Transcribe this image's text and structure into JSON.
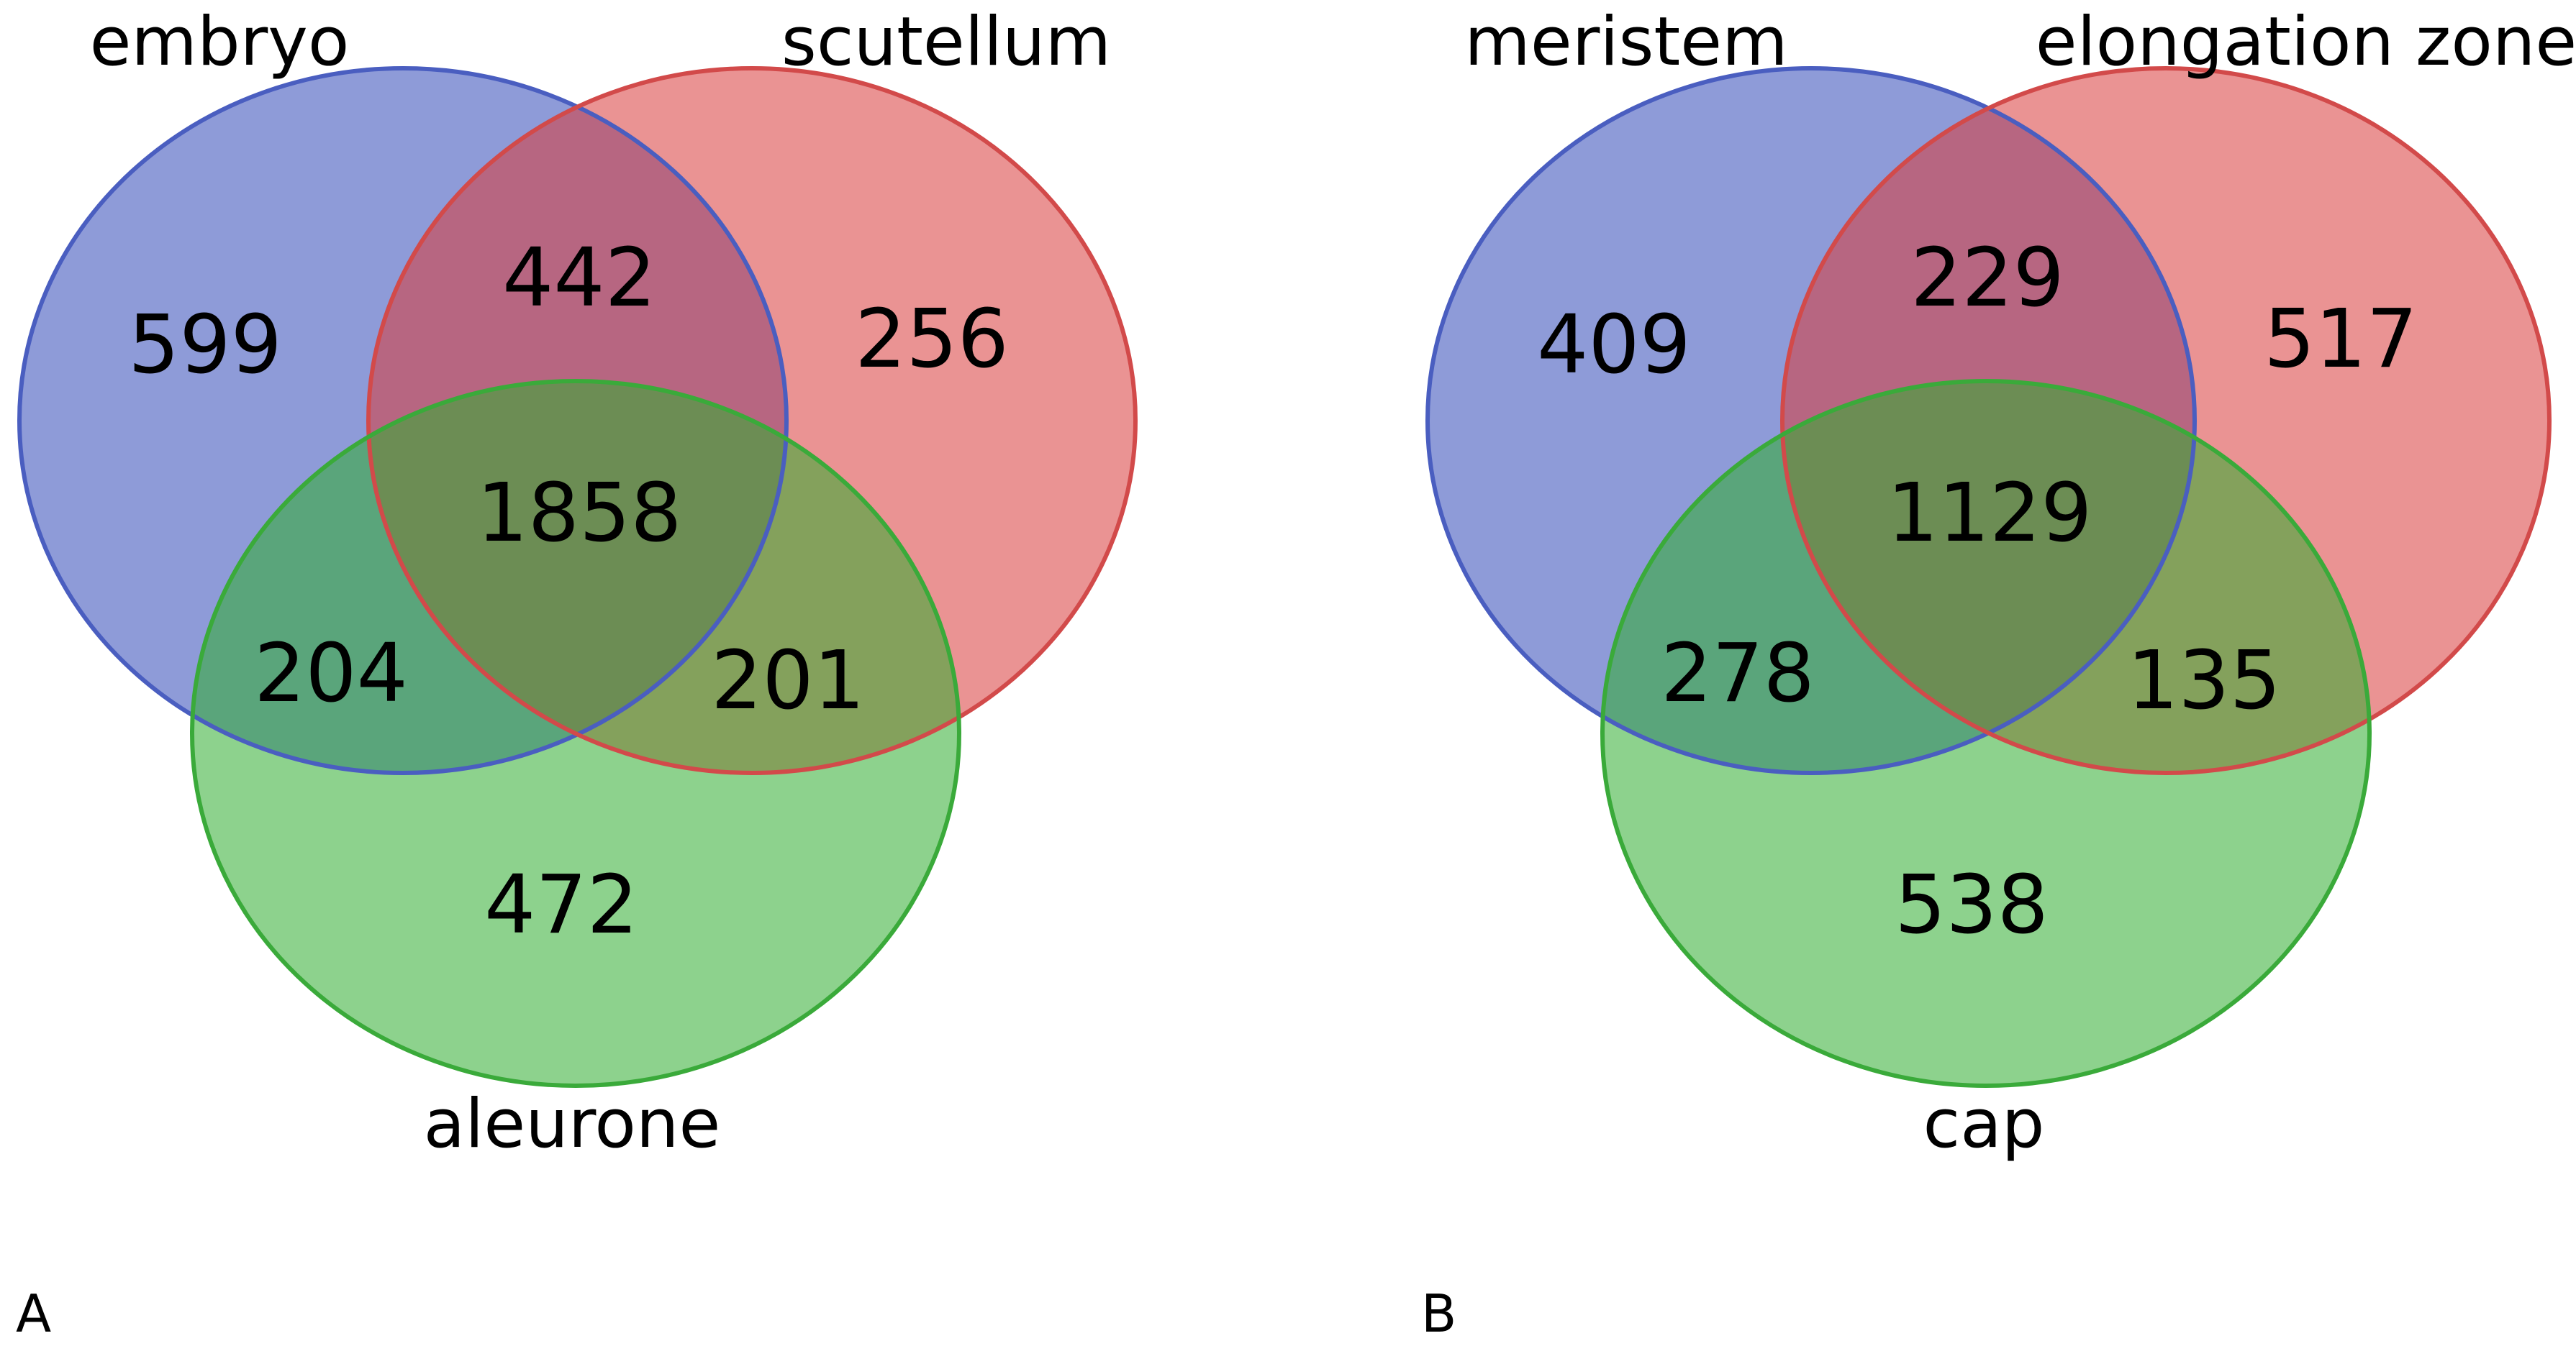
{
  "colors": {
    "set1_fill": "#3148b8",
    "set1_stroke": "#4a5ec0",
    "set2_fill": "#d93a3a",
    "set2_stroke": "#d24a4a",
    "set3_fill": "#2fad2f",
    "set3_stroke": "#3aaa3a"
  },
  "panels": [
    {
      "letter": "A",
      "sets": [
        "embryo",
        "scutellum",
        "aleurone"
      ],
      "regions": {
        "only1": "599",
        "only2": "256",
        "only3": "472",
        "ab": "442",
        "ac": "204",
        "bc": "201",
        "abc": "1858"
      }
    },
    {
      "letter": "B",
      "sets": [
        "meristem",
        "elongation zone",
        "cap"
      ],
      "regions": {
        "only1": "409",
        "only2": "517",
        "only3": "538",
        "ab": "229",
        "ac": "278",
        "bc": "135",
        "abc": "1129"
      }
    }
  ]
}
